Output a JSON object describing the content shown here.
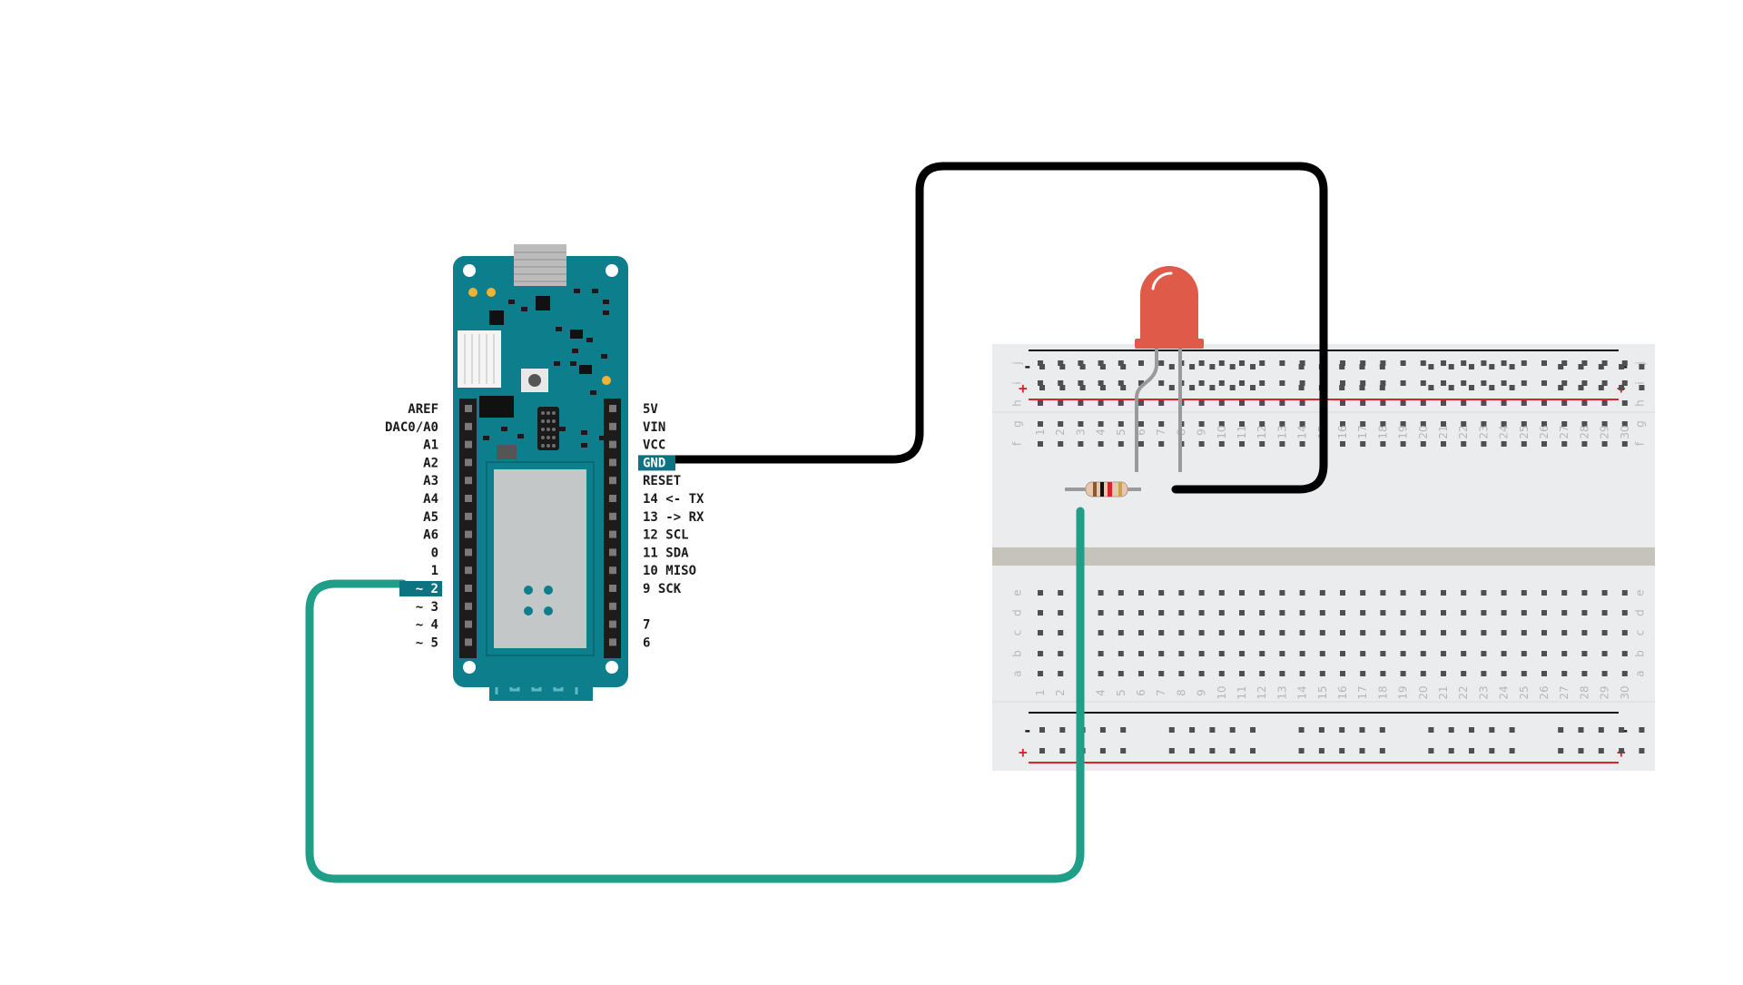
{
  "board": {
    "left_pins": [
      "AREF",
      "DAC0/A0",
      "A1",
      "A2",
      "A3",
      "A4",
      "A5",
      "A6",
      "0",
      "1",
      "~ 2",
      "~ 3",
      "~ 4",
      "~ 5"
    ],
    "right_pins_top": [
      "5V",
      "VIN",
      "VCC",
      "GND",
      "RESET",
      "14 <- TX",
      "13 -> RX",
      "12 SCL",
      "11 SDA",
      "10 MISO",
      "9 SCK"
    ],
    "right_pins_bottom": [
      "7",
      "6"
    ],
    "highlighted_left_pin": "~ 2",
    "highlighted_right_pin": "GND"
  },
  "breadboard": {
    "columns": [
      "1",
      "2",
      "3",
      "4",
      "5",
      "6",
      "7",
      "8",
      "9",
      "10",
      "11",
      "12",
      "13",
      "14",
      "15",
      "16",
      "17",
      "18",
      "19",
      "20",
      "21",
      "22",
      "23",
      "24",
      "25",
      "26",
      "27",
      "28",
      "29",
      "30"
    ],
    "top_rows": [
      "j",
      "i",
      "h",
      "g",
      "f"
    ],
    "bottom_rows": [
      "e",
      "d",
      "c",
      "b",
      "a"
    ],
    "rail_minus": "-",
    "rail_plus": "+"
  },
  "components": {
    "led": {
      "color": "#e05a49"
    },
    "resistor": {
      "bands": [
        "#8b5a2b",
        "#111111",
        "#d7262b",
        "#c9a54a"
      ]
    }
  },
  "wires": {
    "gnd_wire_color": "#000000",
    "signal_wire_color": "#1f9e88"
  },
  "colors": {
    "board": "#0d7e8c",
    "highlight": "#0b7382",
    "breadboard": "#eaeced",
    "divider": "#c6c3bb",
    "rail_red": "#d7262b"
  }
}
